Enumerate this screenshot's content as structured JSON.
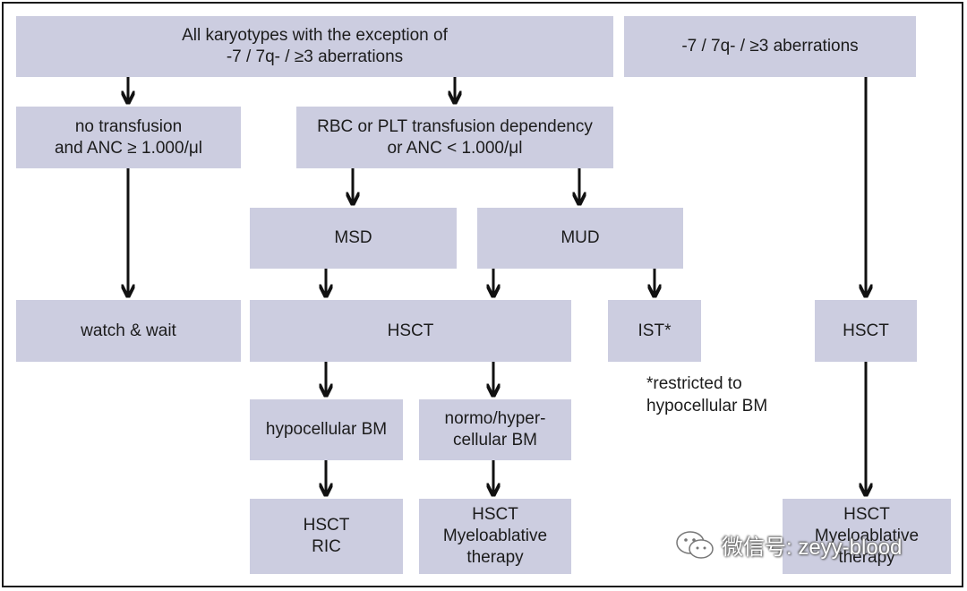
{
  "nodes": {
    "all_karyotypes": {
      "line1": "All karyotypes with the exception of",
      "line2": "-7 / 7q- / ≥3 aberrations"
    },
    "aberrations": {
      "line1": "-7 / 7q- / ≥3 aberrations"
    },
    "no_transfusion": {
      "line1": "no transfusion",
      "line2": "and ANC ≥ 1.000/μl"
    },
    "transfusion_dependency": {
      "line1": "RBC or PLT transfusion dependency",
      "line2": "or ANC < 1.000/μl"
    },
    "msd": {
      "line1": "MSD"
    },
    "mud": {
      "line1": "MUD"
    },
    "watch_wait": {
      "line1": "watch & wait"
    },
    "hsct_center": {
      "line1": "HSCT"
    },
    "ist": {
      "line1": "IST*"
    },
    "hsct_right": {
      "line1": "HSCT"
    },
    "hypocellular": {
      "line1": "hypocellular BM"
    },
    "normo_hyper": {
      "line1": "normo/hyper-",
      "line2": "cellular BM"
    },
    "hsct_ric": {
      "line1": "HSCT",
      "line2": "RIC"
    },
    "hsct_myelo_center": {
      "line1": "HSCT",
      "line2": "Myeloablative",
      "line3": "therapy"
    },
    "hsct_myelo_right": {
      "line1": "HSCT",
      "line2": "Myeloablative",
      "line3": "therapy"
    }
  },
  "note": {
    "line1": "*restricted to",
    "line2": "hypocellular BM"
  },
  "watermark": {
    "text": "微信号: zeyy-blood"
  },
  "colors": {
    "box_fill": "#cccde0",
    "arrow": "#111111",
    "border": "#1a1a1a"
  }
}
